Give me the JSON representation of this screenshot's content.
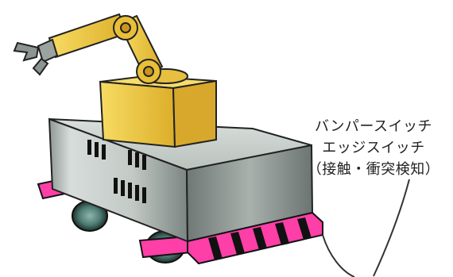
{
  "callout": {
    "line1": "バンパースイッチ",
    "line2": "エッジスイッチ",
    "line3": "（接触・衝突検知）"
  },
  "colors": {
    "arm_yellow": "#f2d04a",
    "arm_shadow": "#d4a92a",
    "body_gray": "#bfc6c2",
    "body_dark": "#7d8683",
    "bumper_pink": "#ff3fa8",
    "stripe_black": "#111111",
    "wheel_teal": "#4d7c74"
  }
}
